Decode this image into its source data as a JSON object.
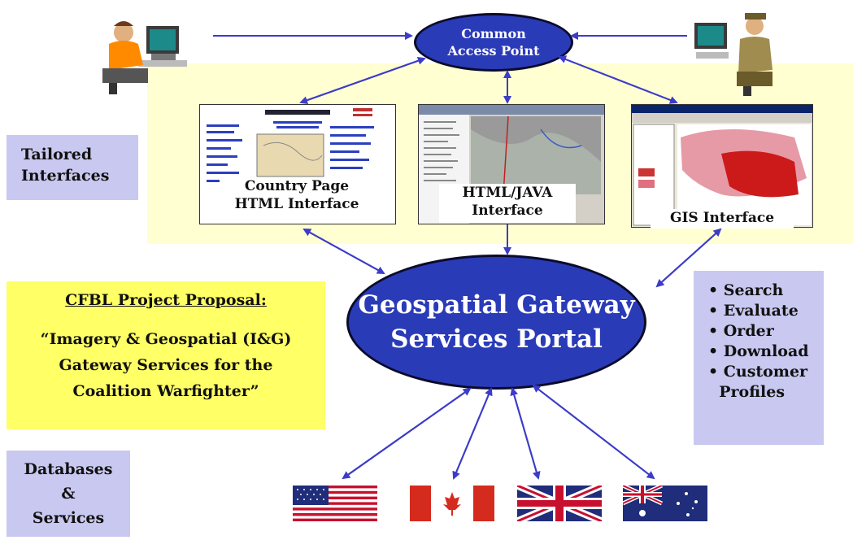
{
  "access_point": {
    "line1": "Common",
    "line2": "Access Point"
  },
  "tailored": {
    "line1": "Tailored",
    "line2": "Interfaces"
  },
  "interfaces": [
    {
      "line1": "Country Page",
      "line2": "HTML Interface"
    },
    {
      "line1": "HTML/JAVA",
      "line2": "Interface"
    },
    {
      "line1": "GIS Interface",
      "line2": ""
    }
  ],
  "portal": {
    "line1": "Geospatial Gateway",
    "line2": "Services Portal"
  },
  "proposal": {
    "heading": "CFBL Project Proposal:",
    "line1": "“Imagery & Geospatial (I&G)",
    "line2": "Gateway Services for the",
    "line3": "Coalition Warfighter”"
  },
  "services": [
    "• Search",
    "• Evaluate",
    "• Order",
    "• Download",
    "• Customer",
    "  Profiles"
  ],
  "databases": {
    "line1": "Databases",
    "line2": "&",
    "line3": "Services"
  },
  "flags": [
    "us-flag",
    "canada-flag",
    "uk-flag",
    "australia-flag"
  ],
  "colors": {
    "navy_ellipse": "#2a3bb8",
    "arrow": "#3c3cc8",
    "yellow_panel": "#ffffd2",
    "lavender": "#c8c8f0",
    "proposal_yellow": "#ffff66"
  }
}
